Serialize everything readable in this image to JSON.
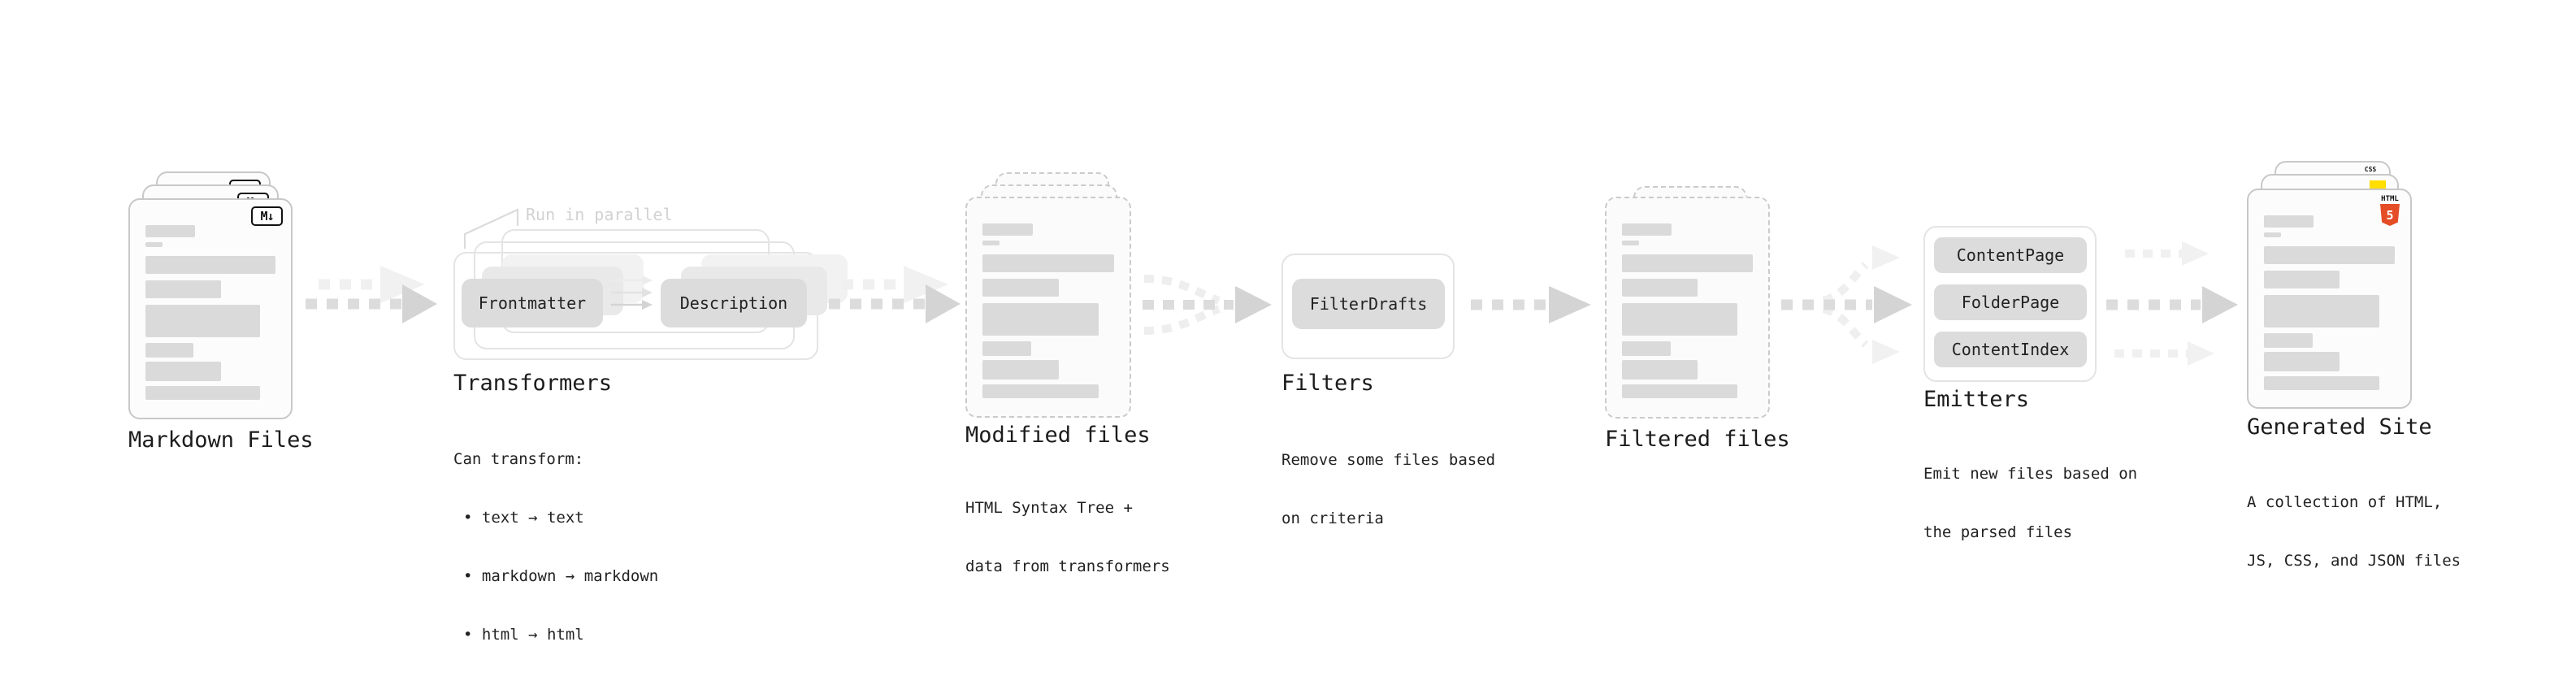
{
  "diagram": {
    "markdown_files": {
      "label": "Markdown Files",
      "badge": "M↓"
    },
    "transformers": {
      "note": "Run in parallel",
      "pill_left": "Frontmatter",
      "pill_right": "Description",
      "label": "Transformers",
      "desc_title": "Can transform:",
      "bullet_1": "• text → text",
      "bullet_2": "• markdown → markdown",
      "bullet_3": "• html → html"
    },
    "modified_files": {
      "label": "Modified files",
      "desc_line1": "HTML Syntax Tree +",
      "desc_line2": "data from transformers"
    },
    "filters": {
      "label": "Filters",
      "pill": "FilterDrafts",
      "desc_line1": "Remove some files based",
      "desc_line2": "on criteria"
    },
    "filtered_files": {
      "label": "Filtered files"
    },
    "emitters": {
      "label": "Emitters",
      "pill_1": "ContentPage",
      "pill_2": "FolderPage",
      "pill_3": "ContentIndex",
      "desc_line1": "Emit new files based on",
      "desc_line2": "the parsed files"
    },
    "generated_site": {
      "label": "Generated Site",
      "desc_line1": "A collection of HTML,",
      "desc_line2": "JS, CSS, and JSON files",
      "html5_badge_label": "HTML",
      "html5_badge_number": "5",
      "css_badge_label": "CSS"
    },
    "colors": {
      "html5_orange": "#E44D26",
      "js_yellow": "#FFDE00",
      "css_blue": "#2965F1",
      "badge_border": "#111111",
      "arrow_dark": "#d9d9d9",
      "arrow_light": "#efefef"
    }
  }
}
